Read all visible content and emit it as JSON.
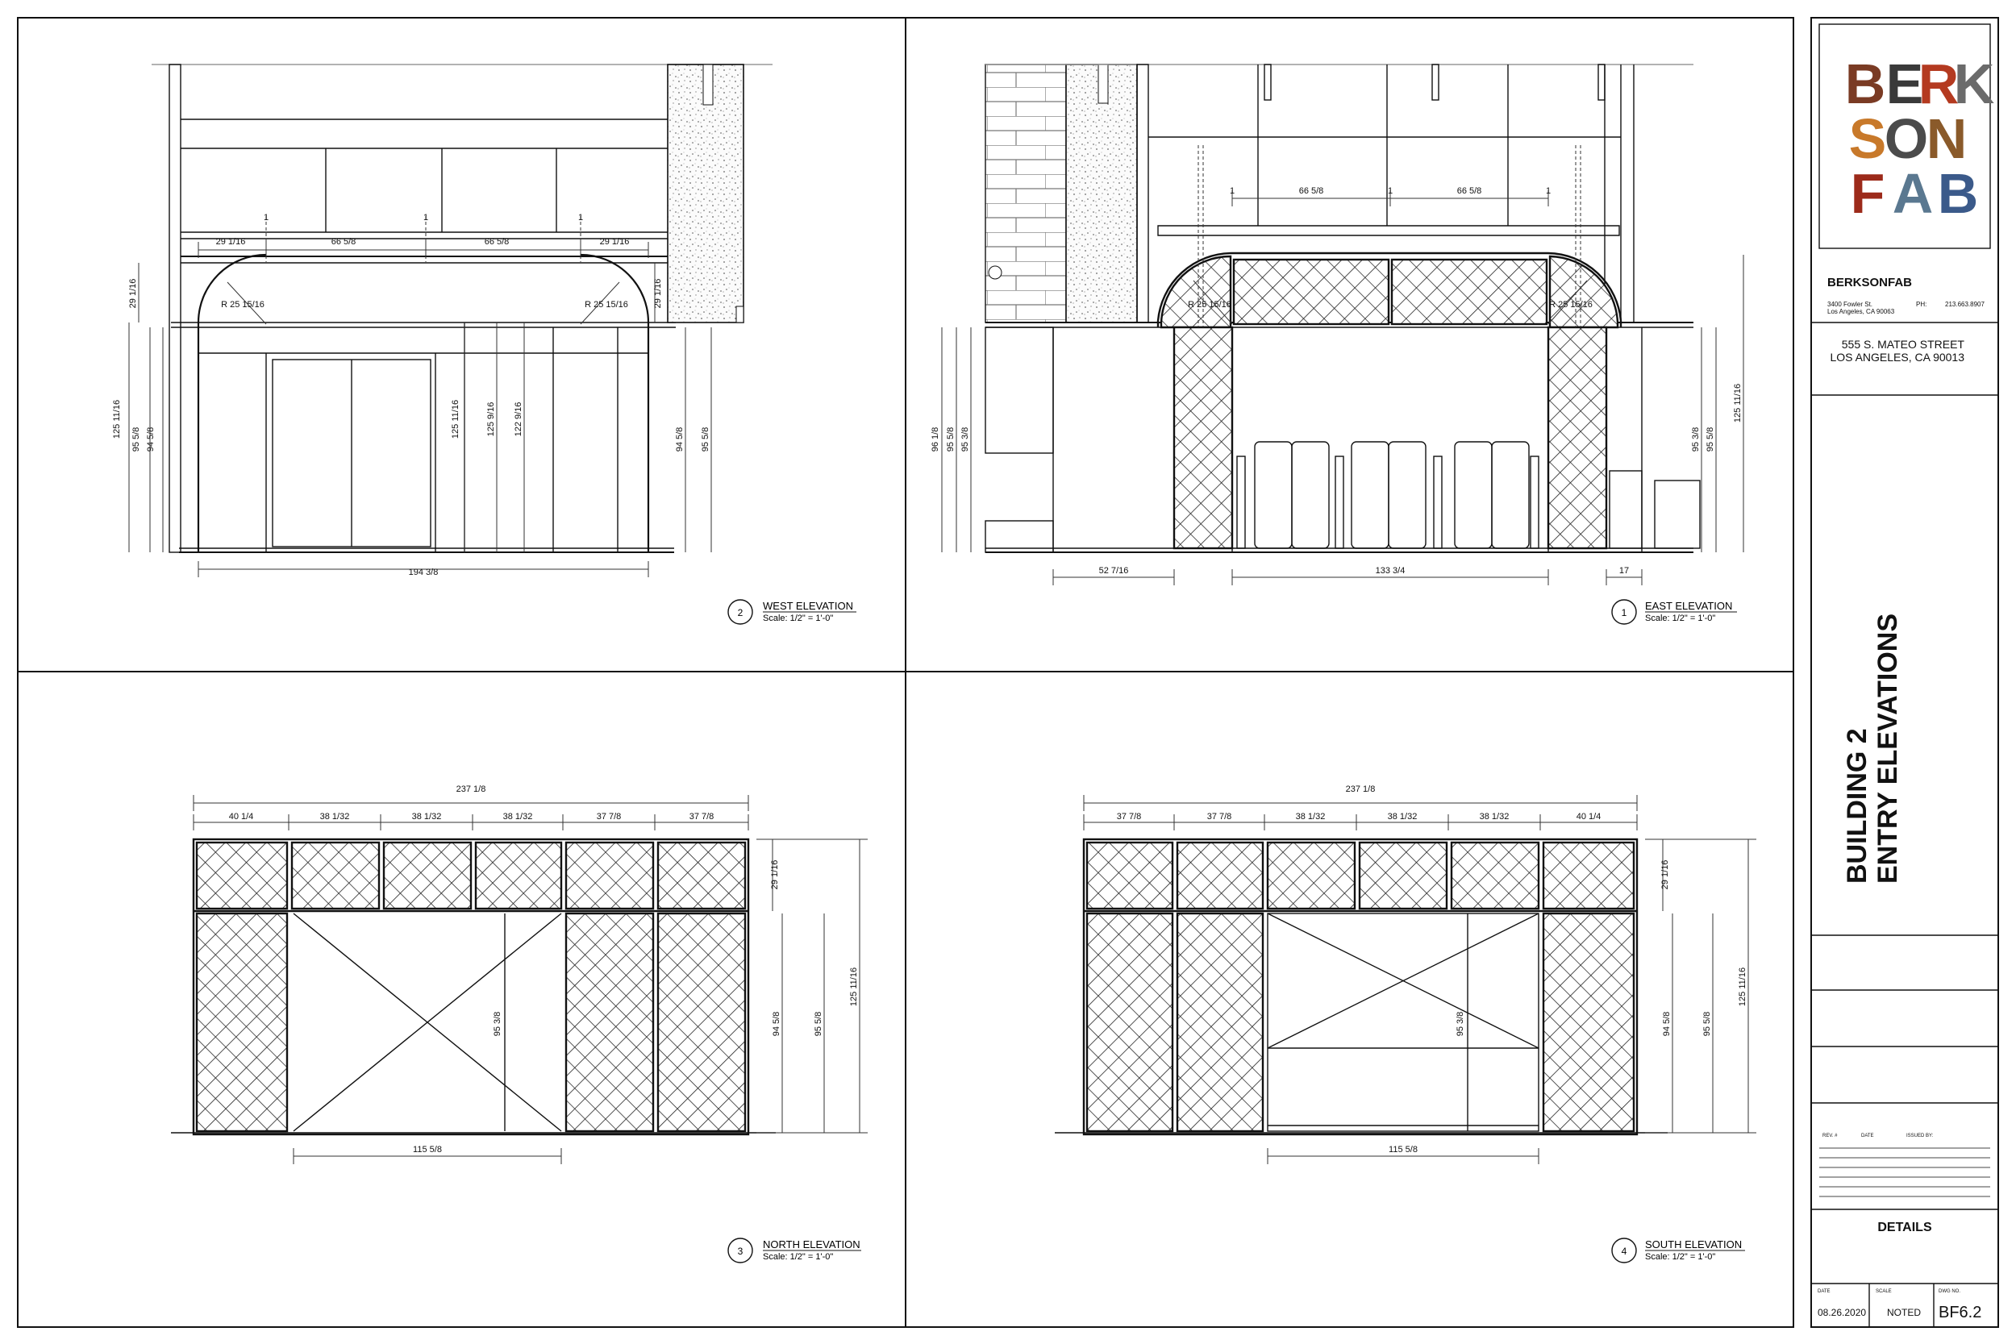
{
  "views": [
    {
      "id": "west",
      "number": "2",
      "title": "WEST ELEVATION",
      "scale": "Scale: 1/2\" = 1'-0\"",
      "dims": {
        "d1": "29 1/16",
        "d2": "66 5/8",
        "d3": "66 5/8",
        "d4": "29 1/16",
        "marker": "1",
        "r1": "R 25 15/16",
        "r2": "R 25 15/16",
        "h1": "29 1/16",
        "h2": "29 1/16",
        "v1": "125 11/16",
        "v2": "95 5/8",
        "v3": "94 5/8",
        "v4": "125 11/16",
        "v5": "125 9/16",
        "v6": "122 9/16",
        "v7": "94 5/8",
        "v8": "95 5/8",
        "bottom": "194 3/8"
      }
    },
    {
      "id": "east",
      "number": "1",
      "title": "EAST ELEVATION",
      "scale": "Scale: 1/2\" = 1'-0\"",
      "dims": {
        "d1": "66 5/8",
        "d2": "66 5/8",
        "marker": "1",
        "r1": "R 25 15/16",
        "r2": "R 25 15/16",
        "v1": "96 1/8",
        "v2": "95 5/8",
        "v3": "95 3/8",
        "v4": "95 3/8",
        "v5": "95 5/8",
        "v6": "125 11/16",
        "b1": "52 7/16",
        "b2": "133 3/4",
        "b3": "17"
      }
    },
    {
      "id": "north",
      "number": "3",
      "title": "NORTH ELEVATION",
      "scale": "Scale: 1/2\" = 1'-0\"",
      "dims": {
        "overall": "237 1/8",
        "p1": "40 1/4",
        "p2": "38 1/32",
        "p3": "38 1/32",
        "p4": "38 1/32",
        "p5": "37 7/8",
        "p6": "37 7/8",
        "v1": "29 1/16",
        "v2": "94 5/8",
        "v3": "95 5/8",
        "v4": "125 11/16",
        "door": "95 3/8",
        "bottom": "115 5/8"
      }
    },
    {
      "id": "south",
      "number": "4",
      "title": "SOUTH ELEVATION",
      "scale": "Scale: 1/2\" = 1'-0\"",
      "dims": {
        "overall": "237 1/8",
        "p1": "37 7/8",
        "p2": "37 7/8",
        "p3": "38 1/32",
        "p4": "38 1/32",
        "p5": "38 1/32",
        "p6": "40 1/4",
        "v1": "29 1/16",
        "v2": "94 5/8",
        "v3": "95 5/8",
        "v4": "125 11/16",
        "door": "95 3/8",
        "bottom": "115 5/8"
      }
    }
  ],
  "title_block": {
    "logo_letters": [
      "B",
      "E",
      "R",
      "K",
      "S",
      "O",
      "N",
      "F",
      "A",
      "B"
    ],
    "company": "BERKSONFAB",
    "address1": "3400 Fowler St.",
    "address2": "Los Angeles, CA 90063",
    "phone_label": "PH:",
    "phone": "213.663.8907",
    "project1": "555 S. MATEO STREET",
    "project2": "LOS ANGELES, CA 90013",
    "sheet_title1": "BUILDING 2",
    "sheet_title2": "ENTRY ELEVATIONS",
    "rev_label": "REV. #",
    "date_col_label": "DATE",
    "issued_label": "ISSUED BY:",
    "section_label": "DETAILS",
    "date_label": "DATE",
    "scale_label": "SCALE",
    "dwg_label": "DWG NO.",
    "date": "08.26.2020",
    "scale": "NOTED",
    "dwg_no": "BF6.2"
  },
  "logo_colors": [
    "#7a3b24",
    "#3a3a3a",
    "#b43a20",
    "#6b6b6b",
    "#c8792a",
    "#4b4b4b",
    "#8a5a2a",
    "#9c2a1a",
    "#5a7890",
    "#3b5a8a"
  ]
}
